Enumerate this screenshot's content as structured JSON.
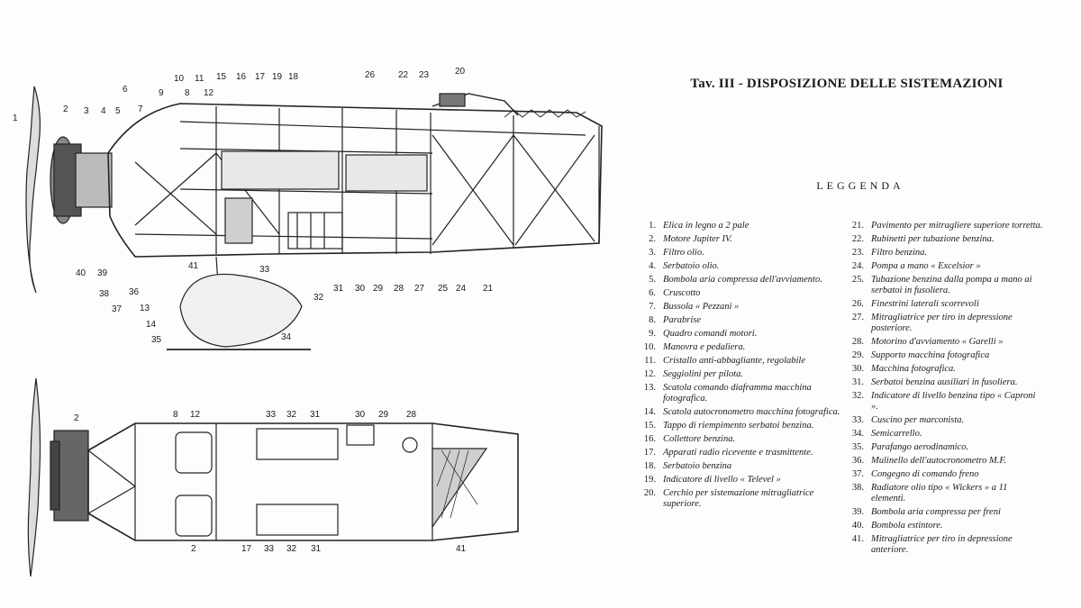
{
  "title": "Tav. III - DISPOSIZIONE DELLE SISTEMAZIONI",
  "legend_heading": "LEGGENDA",
  "legend_left": [
    {
      "num": "1.",
      "text": "Elica in legno a 2 pale"
    },
    {
      "num": "2.",
      "text": "Motore Jupiter IV."
    },
    {
      "num": "3.",
      "text": "Filtro olio."
    },
    {
      "num": "4.",
      "text": "Serbatoio olio."
    },
    {
      "num": "5.",
      "text": "Bombola aria compressa dell'avviamento."
    },
    {
      "num": "6.",
      "text": "Cruscotto"
    },
    {
      "num": "7.",
      "text": "Bussola « Pezzani »"
    },
    {
      "num": "8.",
      "text": "Parabrise"
    },
    {
      "num": "9.",
      "text": "Quadro comandi motori."
    },
    {
      "num": "10.",
      "text": "Manovra e pedaliera."
    },
    {
      "num": "11.",
      "text": "Cristallo anti-abbagliante, regolabile"
    },
    {
      "num": "12.",
      "text": "Seggiolini per pilota."
    },
    {
      "num": "13.",
      "text": "Scatola comando diaframma macchina fotografica."
    },
    {
      "num": "14.",
      "text": "Scatola autocronometro macchina fotografica."
    },
    {
      "num": "15.",
      "text": "Tappo di riempimento serbatoi benzina."
    },
    {
      "num": "16.",
      "text": "Collettore benzina."
    },
    {
      "num": "17.",
      "text": "Apparati radio ricevente e trasmittente."
    },
    {
      "num": "18.",
      "text": "Serbatoio benzina"
    },
    {
      "num": "19.",
      "text": "Indicatore di livello « Televel »"
    },
    {
      "num": "20.",
      "text": "Cerchio per sistemazione mitragliatrice superiore."
    }
  ],
  "legend_right": [
    {
      "num": "21.",
      "text": "Pavimento per mitragliere superiore torretta."
    },
    {
      "num": "22.",
      "text": "Rubinetti per tubazione benzina."
    },
    {
      "num": "23.",
      "text": "Filtro benzina."
    },
    {
      "num": "24.",
      "text": "Pompa a mano « Excelsior »"
    },
    {
      "num": "25.",
      "text": "Tubazione benzina dalla pompa a mano ai serbatoi in fusoliera."
    },
    {
      "num": "26.",
      "text": "Finestrini laterali scorrevoli"
    },
    {
      "num": "27.",
      "text": "Mitragliatrice per tiro in depressione posteriore."
    },
    {
      "num": "28.",
      "text": "Motorino d'avviamento « Garelli »"
    },
    {
      "num": "29.",
      "text": "Supporto macchina fotografica"
    },
    {
      "num": "30.",
      "text": "Macchina fotografica."
    },
    {
      "num": "31.",
      "text": "Serbatoi benzina ausiliari in fusoliera."
    },
    {
      "num": "32.",
      "text": "Indicatore di livello benzina tipo « Caproni »."
    },
    {
      "num": "33.",
      "text": "Cuscino per marconista."
    },
    {
      "num": "34.",
      "text": "Semicarrello."
    },
    {
      "num": "35.",
      "text": "Parafango aerodinamico."
    },
    {
      "num": "36.",
      "text": "Mulinello dell'autocronometro M.F."
    },
    {
      "num": "37.",
      "text": "Congegno di comando freno"
    },
    {
      "num": "38.",
      "text": "Radiatore olio tipo « Wickers » a 11 elementi."
    },
    {
      "num": "39.",
      "text": "Bombola aria compressa per freni"
    },
    {
      "num": "40.",
      "text": "Bombola estintore."
    },
    {
      "num": "41.",
      "text": "Mitragliatrice per tiro in depressione anteriore."
    }
  ],
  "side_view_labels": [
    "1",
    "2",
    "3",
    "4",
    "5",
    "6",
    "7",
    "8",
    "9",
    "10",
    "11",
    "12",
    "13",
    "14",
    "15",
    "16",
    "17",
    "19",
    "18",
    "26",
    "22",
    "23",
    "20",
    "21",
    "24",
    "25",
    "27",
    "28",
    "29",
    "30",
    "31",
    "32",
    "33",
    "34",
    "35",
    "36",
    "37",
    "38",
    "39",
    "40",
    "41"
  ],
  "top_view_labels": [
    "2",
    "8",
    "12",
    "33",
    "32",
    "31",
    "30",
    "29",
    "28",
    "2",
    "17",
    "33",
    "32",
    "31",
    "41"
  ]
}
